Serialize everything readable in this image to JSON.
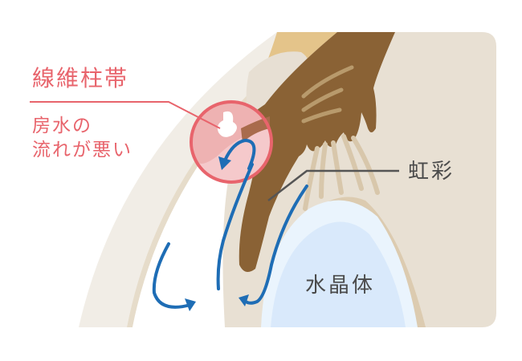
{
  "labels": {
    "zonule_title": "線維柱帯",
    "zonule_note_line1": "房水の",
    "zonule_note_line2": "流れが悪い",
    "iris": "虹彩",
    "lens": "水晶体"
  },
  "colors": {
    "background": "#ffffff",
    "panel": "#e8e0d3",
    "cornea_band": "#f1ede6",
    "cornea_edge": "#e6dcca",
    "sclera_top": "#e4c48a",
    "ciliary_body": "#e7dfd3",
    "iris": "#8a6235",
    "iris_streaks": "#b89a6c",
    "zonule_fibers": "#d8c7ab",
    "lens_outer": "#eaf4fd",
    "lens_inner": "#d9e9fb",
    "flow_arrow": "#1e6db5",
    "highlight_circle_stroke": "#e8646c",
    "highlight_circle_fill": "#f5c9cb",
    "callout_line_pink": "#e8646c",
    "callout_line_dark": "#555555",
    "text_pink": "#e8646c",
    "text_dark": "#4b4b4b"
  },
  "annotations": [
    {
      "target": "trabecular-meshwork",
      "label_ref": "labels.zonule_title",
      "note": "aqueous humor flow is poor"
    },
    {
      "target": "iris",
      "label_ref": "labels.iris"
    },
    {
      "target": "lens",
      "label_ref": "labels.lens"
    }
  ]
}
